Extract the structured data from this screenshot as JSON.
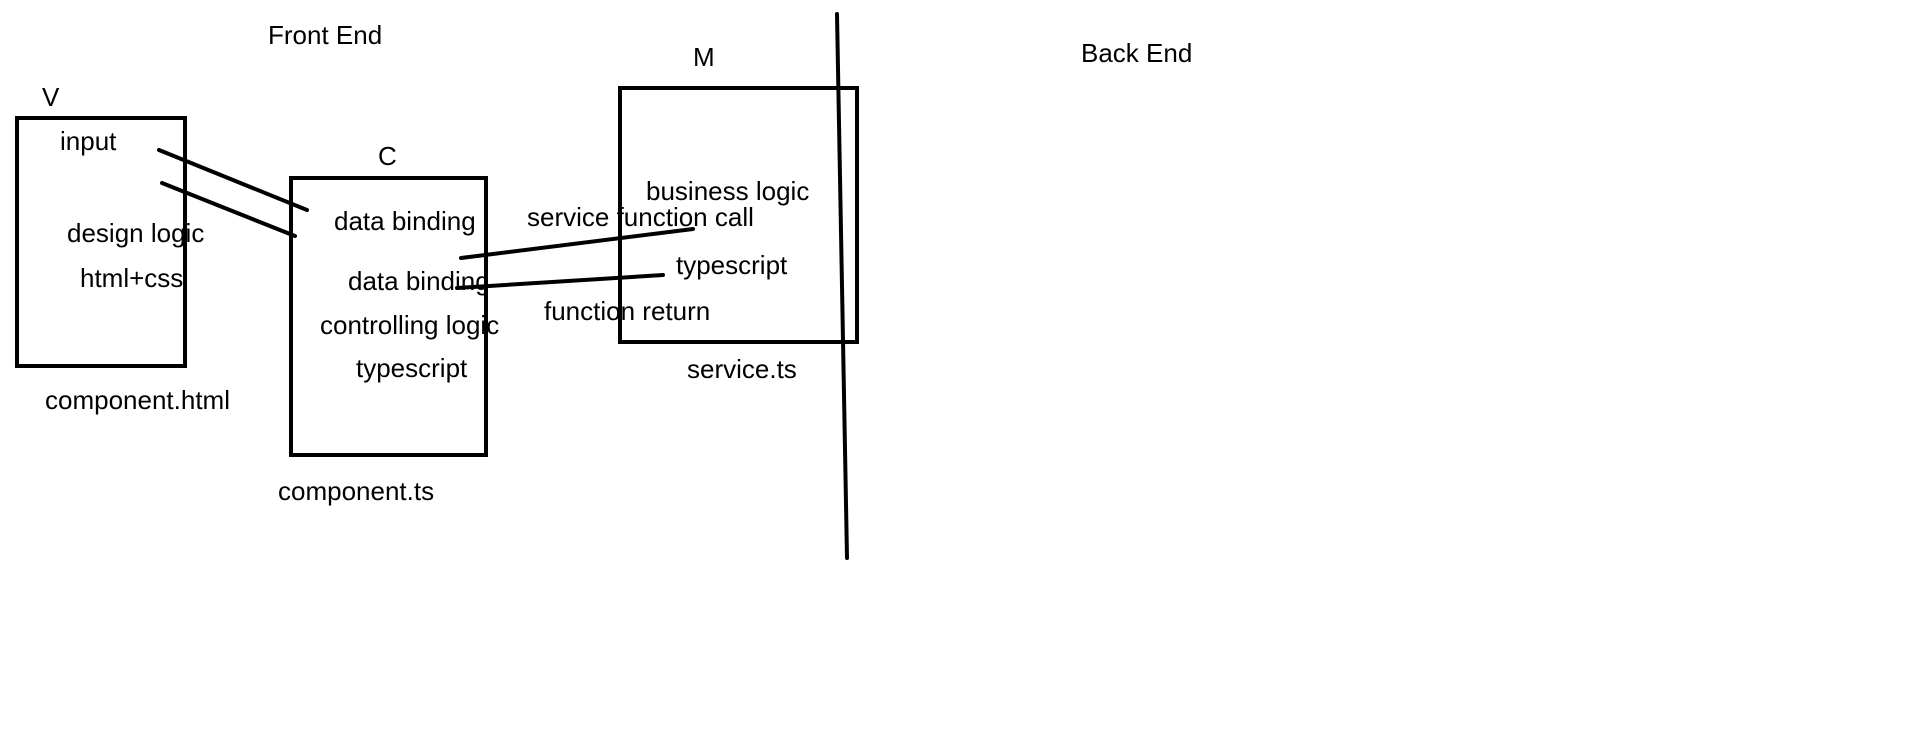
{
  "labels": {
    "front_end": "Front End",
    "back_end": "Back End",
    "v": "V",
    "c": "C",
    "m": "M",
    "input": "input",
    "design_logic": "design logic",
    "html_css": "html+css",
    "component_html": "component.html",
    "data_binding_1": "data binding",
    "data_binding_2": "data binding",
    "controlling_logic": "controlling logic",
    "typescript_c": "typescript",
    "component_ts": "component.ts",
    "service_function_call": "service function call",
    "business_logic": "business logic",
    "typescript_m": "typescript",
    "function_return": "function return",
    "service_ts": "service.ts"
  },
  "stroke_color": "#000000",
  "background_color": "#ffffff"
}
